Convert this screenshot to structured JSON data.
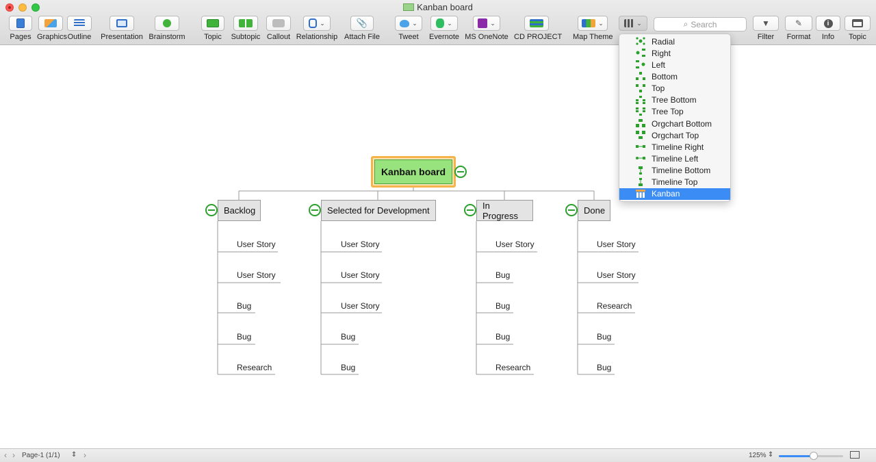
{
  "window": {
    "title": "Kanban board"
  },
  "toolbar": {
    "pages": "Pages",
    "graphics": "Graphics",
    "outline": "Outline",
    "presentation": "Presentation",
    "brainstorm": "Brainstorm",
    "topic": "Topic",
    "subtopic": "Subtopic",
    "callout": "Callout",
    "relationship": "Relationship",
    "attach_file": "Attach File",
    "tweet": "Tweet",
    "evernote": "Evernote",
    "onenote": "MS OneNote",
    "cd_project": "CD PROJECT",
    "map_theme": "Map Theme",
    "search_placeholder": "Search",
    "filter": "Filter",
    "format": "Format",
    "info": "Info",
    "topic_panel": "Topic"
  },
  "layout_menu": {
    "items": [
      "Radial",
      "Right",
      "Left",
      "Bottom",
      "Top",
      "Tree Bottom",
      "Tree Top",
      "Orgchart Bottom",
      "Orgchart Top",
      "Timeline Right",
      "Timeline Left",
      "Timeline Bottom",
      "Timeline Top",
      "Kanban"
    ],
    "selected": "Kanban"
  },
  "board": {
    "root": "Kanban board",
    "columns": [
      {
        "title": "Backlog",
        "cards": [
          "User Story",
          "User Story",
          "Bug",
          "Bug",
          "Research"
        ]
      },
      {
        "title": "Selected for Development",
        "cards": [
          "User Story",
          "User Story",
          "User Story",
          "Bug",
          "Bug"
        ]
      },
      {
        "title": "In Progress",
        "cards": [
          "User Story",
          "Bug",
          "Bug",
          "Bug",
          "Research"
        ]
      },
      {
        "title": "Done",
        "cards": [
          "User Story",
          "User Story",
          "Research",
          "Bug",
          "Bug"
        ]
      }
    ]
  },
  "status": {
    "page": "Page-1 (1/1)",
    "zoom": "125%"
  },
  "colors": {
    "accent": "#3b8cf5",
    "root_fill": "#98e37e",
    "root_frame": "#f5b44a",
    "collapse": "#2ca02c"
  }
}
